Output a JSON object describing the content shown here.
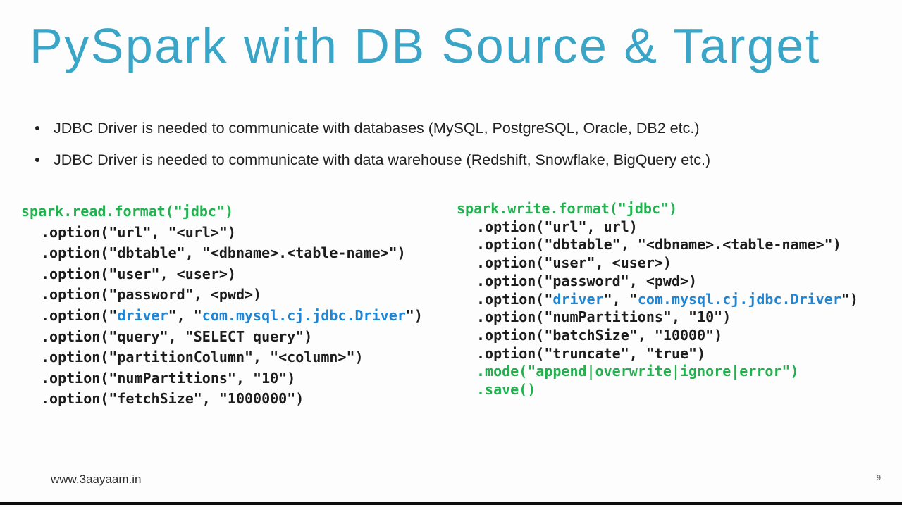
{
  "colors": {
    "accent_teal": "#3aa5c6",
    "code_green": "#21b14e",
    "code_blue": "#1e86d6",
    "code_black": "#1c1c1c",
    "body_text": "#212121"
  },
  "slide": {
    "title": "PySpark with DB Source & Target",
    "bullets": [
      "JDBC Driver is needed to communicate with databases (MySQL, PostgreSQL, Oracle, DB2 etc.)",
      "JDBC Driver is needed to communicate with data warehouse (Redshift, Snowflake, BigQuery etc.)"
    ],
    "footer": {
      "website": "www.3aayaam.in",
      "page_number": "9"
    }
  },
  "code_read": {
    "lines": [
      {
        "ind": 0,
        "seg": [
          [
            "g",
            "spark.read.format(\"jdbc\")"
          ]
        ]
      },
      {
        "ind": 1,
        "seg": [
          [
            "k",
            ".option(\"url\", \"<url>\")"
          ]
        ]
      },
      {
        "ind": 1,
        "seg": [
          [
            "k",
            ".option(\"dbtable\", \"<dbname>.<table-name>\")"
          ]
        ]
      },
      {
        "ind": 1,
        "seg": [
          [
            "k",
            ".option(\"user\", <user>)"
          ]
        ]
      },
      {
        "ind": 1,
        "seg": [
          [
            "k",
            ".option(\"password\", <pwd>)"
          ]
        ]
      },
      {
        "ind": 1,
        "seg": [
          [
            "k",
            ".option(\""
          ],
          [
            "b",
            "driver"
          ],
          [
            "k",
            "\", \""
          ],
          [
            "b",
            "com.mysql.cj.jdbc.Driver"
          ],
          [
            "k",
            "\")"
          ]
        ]
      },
      {
        "ind": 1,
        "seg": [
          [
            "k",
            ".option(\"query\", \"SELECT query\")"
          ]
        ]
      },
      {
        "ind": 1,
        "seg": [
          [
            "k",
            ".option(\"partitionColumn\", \"<column>\")"
          ]
        ]
      },
      {
        "ind": 1,
        "seg": [
          [
            "k",
            ".option(\"numPartitions\", \"10\")"
          ]
        ]
      },
      {
        "ind": 1,
        "seg": [
          [
            "k",
            ".option(\"fetchSize\", \"1000000\")"
          ]
        ]
      }
    ]
  },
  "code_write": {
    "lines": [
      {
        "ind": 0,
        "seg": [
          [
            "g",
            "spark.write.format(\"jdbc\")"
          ]
        ]
      },
      {
        "ind": 1,
        "seg": [
          [
            "k",
            ".option(\"url\", url)"
          ]
        ]
      },
      {
        "ind": 1,
        "seg": [
          [
            "k",
            ".option(\"dbtable\", \"<dbname>.<table-name>\")"
          ]
        ]
      },
      {
        "ind": 1,
        "seg": [
          [
            "k",
            ".option(\"user\", <user>)"
          ]
        ]
      },
      {
        "ind": 1,
        "seg": [
          [
            "k",
            ".option(\"password\", <pwd>)"
          ]
        ]
      },
      {
        "ind": 1,
        "seg": [
          [
            "k",
            ".option(\""
          ],
          [
            "b",
            "driver"
          ],
          [
            "k",
            "\", \""
          ],
          [
            "b",
            "com.mysql.cj.jdbc.Driver"
          ],
          [
            "k",
            "\")"
          ]
        ]
      },
      {
        "ind": 1,
        "seg": [
          [
            "k",
            ".option(\"numPartitions\", \"10\")"
          ]
        ]
      },
      {
        "ind": 1,
        "seg": [
          [
            "k",
            ".option(\"batchSize\", \"10000\")"
          ]
        ]
      },
      {
        "ind": 1,
        "seg": [
          [
            "k",
            ".option(\"truncate\", \"true\")"
          ]
        ]
      },
      {
        "ind": 1,
        "seg": [
          [
            "g",
            ".mode(\"append|overwrite|ignore|error\")"
          ]
        ]
      },
      {
        "ind": 1,
        "seg": [
          [
            "g",
            ".save()"
          ]
        ]
      }
    ]
  }
}
